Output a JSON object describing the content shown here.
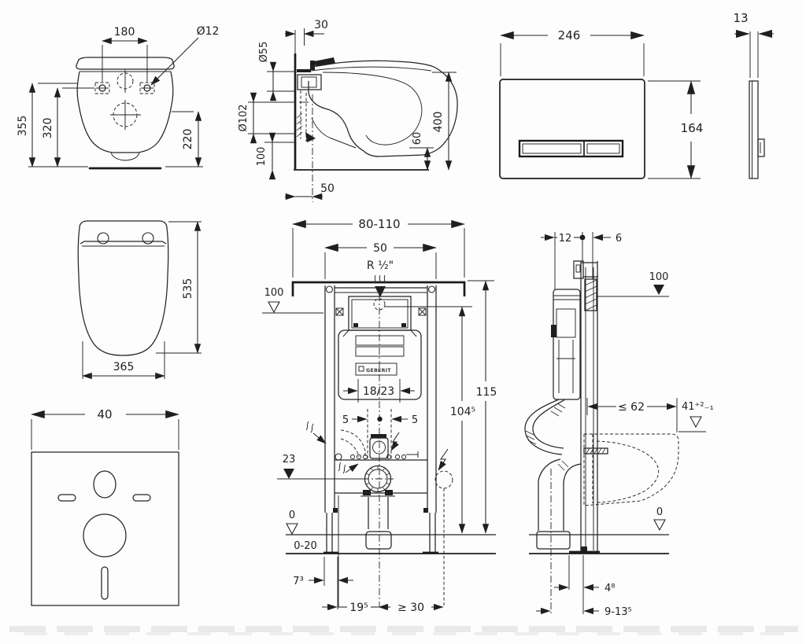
{
  "drawing": {
    "toilet_front": {
      "dim_180": "180",
      "dim_d12": "Ø12",
      "dim_355": "355",
      "dim_320": "320",
      "dim_220": "220"
    },
    "toilet_side": {
      "dim_30": "30",
      "dim_d55": "Ø55",
      "dim_d102": "Ø102",
      "dim_100": "100",
      "dim_50": "50",
      "dim_400": "400",
      "dim_60": "60"
    },
    "flush_plate": {
      "dim_246": "246",
      "dim_164": "164",
      "dim_13": "13"
    },
    "seat_top": {
      "dim_535": "535",
      "dim_365": "365"
    },
    "sound_pad": {
      "dim_40": "40"
    },
    "frame_front": {
      "dim_80_110": "80-110",
      "dim_50": "50",
      "dim_r12": "R ½\"",
      "dim_100": "100",
      "dim_115": "115",
      "dim_104_5": "104⁵",
      "dim_18_23": "18/23",
      "dim_5l": "5",
      "dim_5r": "5",
      "dim_23": "23",
      "dim_0": "0",
      "dim_0_20": "0-20",
      "dim_7_3": "7³",
      "dim_19_5": "19⁵",
      "dim_ge30": "≥ 30",
      "brand": "GEBERIT"
    },
    "frame_side": {
      "dim_12": "12",
      "dim_6": "6",
      "dim_100": "100",
      "dim_le62": "≤ 62",
      "dim_41": "41⁺²₋₁",
      "dim_0": "0",
      "dim_4_8": "4⁸",
      "dim_9_13_5": "9-13⁵"
    }
  }
}
